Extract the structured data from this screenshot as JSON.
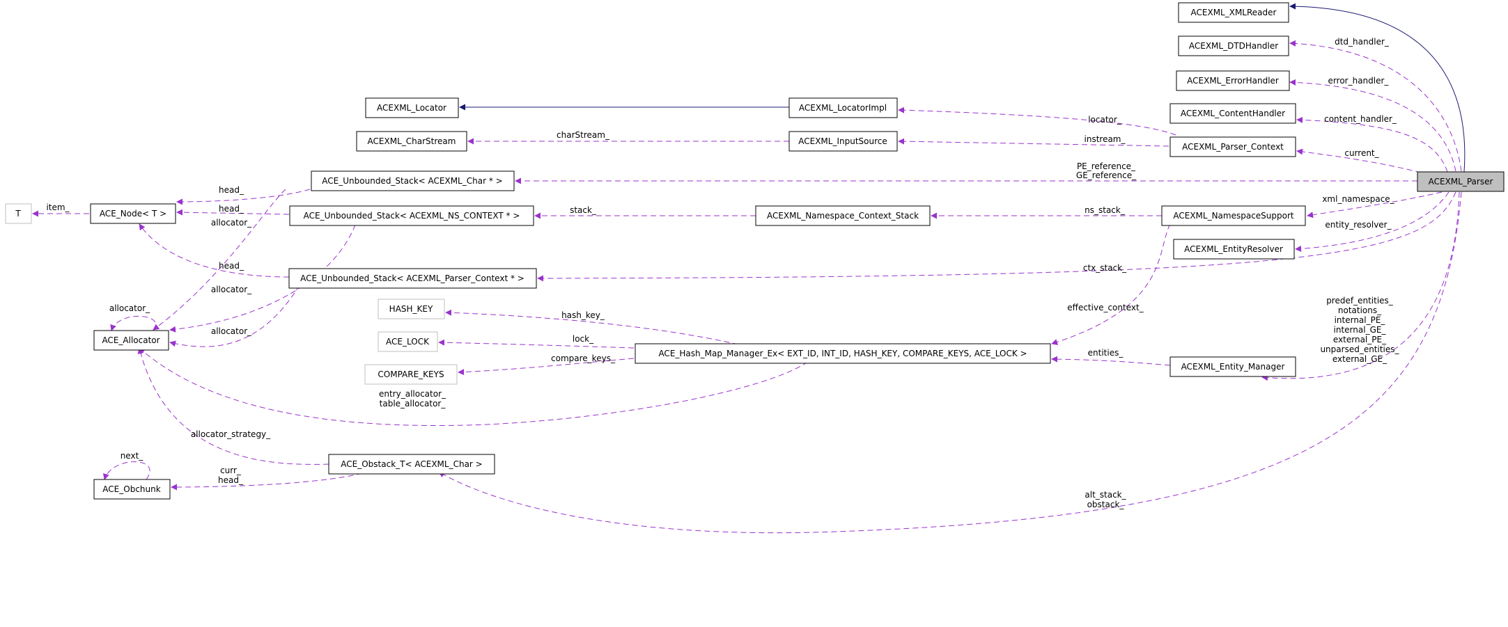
{
  "diagram": {
    "nodes": {
      "parser": "ACEXML_Parser",
      "xmlreader": "ACEXML_XMLReader",
      "dtdhandler": "ACEXML_DTDHandler",
      "errorhandler": "ACEXML_ErrorHandler",
      "contenthandler": "ACEXML_ContentHandler",
      "parsercontext": "ACEXML_Parser_Context",
      "nssupport": "ACEXML_NamespaceSupport",
      "entityresolver": "ACEXML_EntityResolver",
      "entitymanager": "ACEXML_Entity_Manager",
      "locator": "ACEXML_Locator",
      "locatorimpl": "ACEXML_LocatorImpl",
      "charstream": "ACEXML_CharStream",
      "inputsource": "ACEXML_InputSource",
      "stack_char": "ACE_Unbounded_Stack< ACEXML_Char * >",
      "stack_ns": "ACE_Unbounded_Stack< ACEXML_NS_CONTEXT * >",
      "stack_ctx": "ACE_Unbounded_Stack< ACEXML_Parser_Context * >",
      "ns_ctx_stack": "ACEXML_Namespace_Context_Stack",
      "T": "T",
      "node_T": "ACE_Node< T >",
      "allocator": "ACE_Allocator",
      "hash_key": "HASH_KEY",
      "ace_lock": "ACE_LOCK",
      "compare_keys": "COMPARE_KEYS",
      "hashmap": "ACE_Hash_Map_Manager_Ex< EXT_ID, INT_ID, HASH_KEY, COMPARE_KEYS, ACE_LOCK >",
      "obstack": "ACE_Obstack_T< ACEXML_Char >",
      "obchunk": "ACE_Obchunk"
    },
    "edge_labels": {
      "dtd_handler": "dtd_handler_",
      "error_handler": "error_handler_",
      "content_handler": "content_handler_",
      "current": "current_",
      "locator": "locator_",
      "instream": "instream_",
      "charstream": "charStream_",
      "pe_reference": "PE_reference_",
      "ge_reference": "GE_reference_",
      "xml_namespace": "xml_namespace_",
      "entity_resolver": "entity_resolver_",
      "ns_stack": "ns_stack_",
      "stack": "stack_",
      "ctx_stack": "ctx_stack_",
      "effective_context": "effective_context_",
      "hash_key": "hash_key_",
      "lock": "lock_",
      "compare_keys": "compare_keys_",
      "entities": "entities_",
      "item": "item_",
      "head_1": "head_",
      "head_2": "head_",
      "head_3": "head_",
      "allocator_1": "allocator_",
      "allocator_2": "allocator_",
      "allocator_3": "allocator_",
      "allocator_self": "allocator_",
      "entry_allocator": "entry_allocator_",
      "table_allocator": "table_allocator_",
      "allocator_strategy": "allocator_strategy_",
      "next": "next_",
      "curr": "curr_",
      "head_obchunk": "head_",
      "alt_stack": "alt_stack_",
      "obstack": "obstack_",
      "predef_entities": "predef_entities_",
      "notations": "notations_",
      "internal_pe": "internal_PE_",
      "internal_ge": "internal_GE_",
      "external_pe": "external_PE_",
      "unparsed_entities": "unparsed_entities_",
      "external_ge": "external_GE_"
    },
    "colors": {
      "inheritance": "#191970",
      "usage": "#9a32cd",
      "focus_fill": "#bfbfbf",
      "external_border": "#bfbfbf"
    }
  }
}
